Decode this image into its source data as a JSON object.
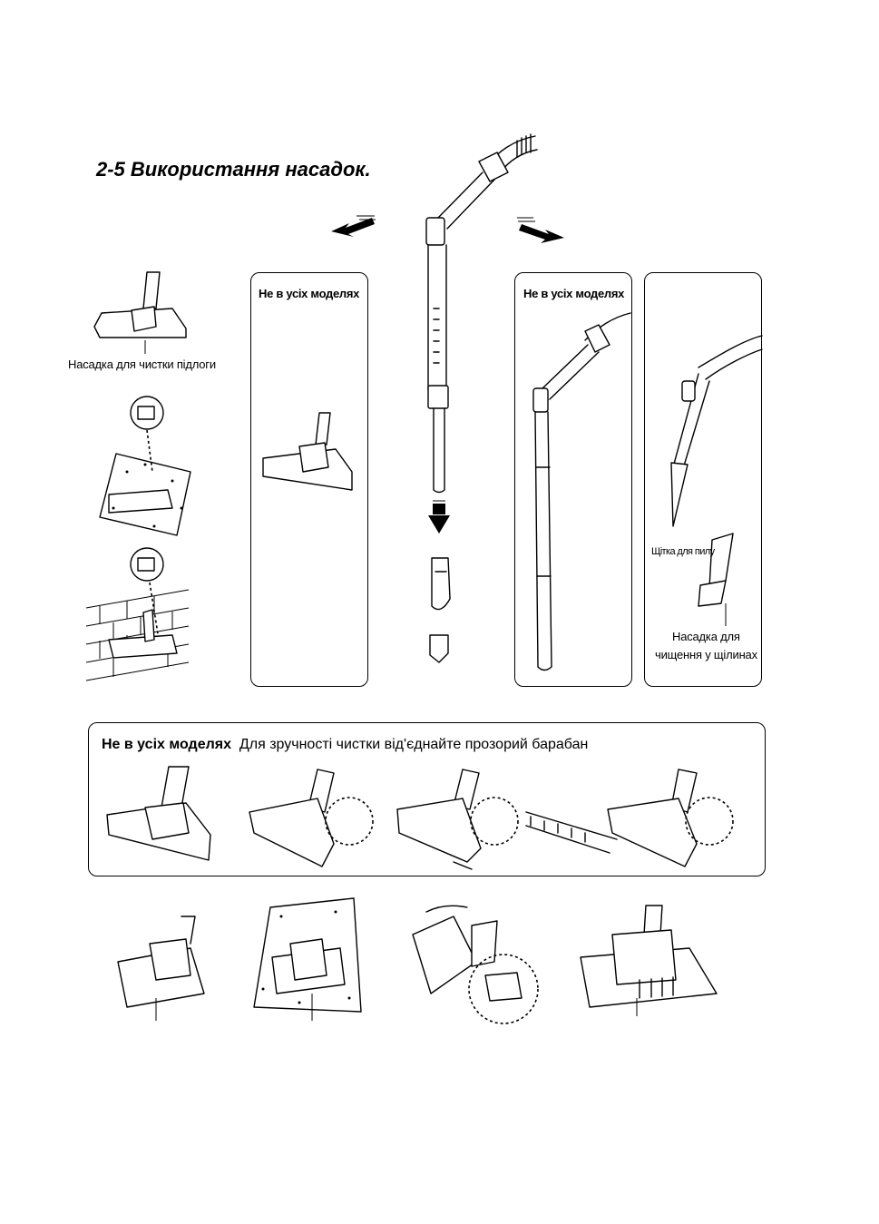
{
  "page": {
    "title": "2-5 Використання насадок."
  },
  "left_column": {
    "floor_nozzle_caption": "Насадка для чистки підлоги"
  },
  "panels": {
    "panel_a_label": "Не в усіх моделях",
    "panel_b_label": "Не в усіх моделях",
    "panel_c": {
      "dust_brush_caption": "Щітка для пилу",
      "crevice_caption_line1": "Насадка для",
      "crevice_caption_line2": "чищення у щілинах"
    }
  },
  "bottom_panel": {
    "label_bold": "Не в усіх моделях",
    "label_text": "Для зручності чистки від'єднайте прозорий барабан"
  },
  "icons": [
    "arrow-down-left-icon",
    "arrow-down-right-icon",
    "arrow-down-icon",
    "floor-nozzle-icon",
    "hose-wand-icon",
    "turbo-brush-icon",
    "crevice-tool-icon",
    "dust-brush-icon"
  ]
}
